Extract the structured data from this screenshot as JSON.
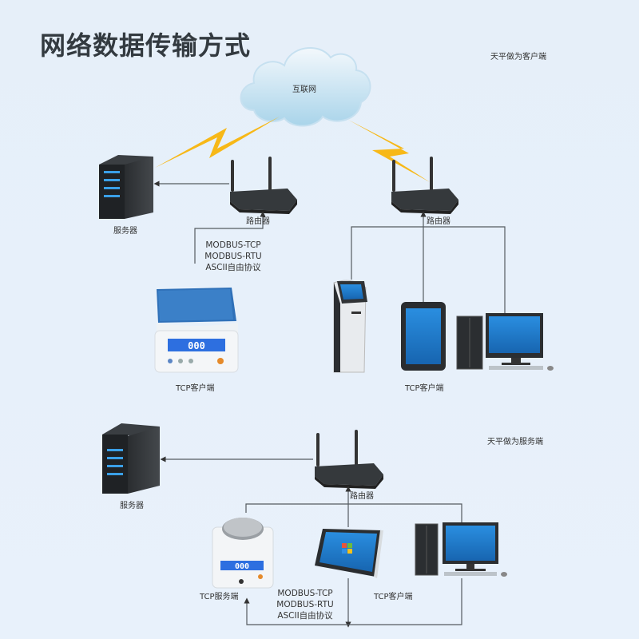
{
  "title": "网络数据传输方式",
  "top_section": {
    "mode_label": "天平做为客户端",
    "cloud_label": "互联网",
    "server_label": "服务器",
    "router_left_label": "路由器",
    "router_right_label": "路由器",
    "protocols": [
      "MODBUS-TCP",
      "MODBUS-RTU",
      "ASCII自由协议"
    ],
    "scale_label": "TCP客户端",
    "devices_label": "TCP客户端"
  },
  "bottom_section": {
    "mode_label": "天平做为服务端",
    "server_label": "服务器",
    "router_label": "路由器",
    "scale_label": "TCP服务端",
    "protocols": [
      "MODBUS-TCP",
      "MODBUS-RTU",
      "ASCII自由协议"
    ],
    "clients_label": "TCP客户端"
  },
  "colors": {
    "background": "#e7f0fa",
    "lightning": "#f7b817",
    "line": "#555b60",
    "screen_blue": "#1f7fd0",
    "device_dark": "#2e3236"
  }
}
